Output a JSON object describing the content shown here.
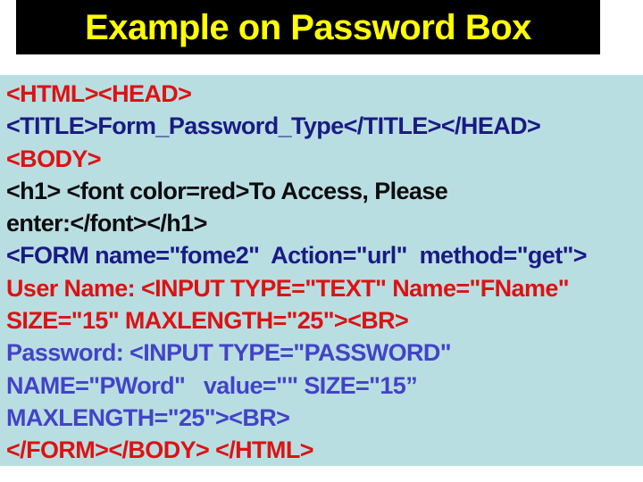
{
  "slide": {
    "title": "Example on Password Box"
  },
  "colors": {
    "title_bg": "#000000",
    "title_text": "#ffff00",
    "content_bg": "#b9dee2",
    "code_red": "#dd1212",
    "code_navy": "#1a1a85",
    "code_blue": "#4343c8",
    "code_black": "#0c0c0c"
  },
  "code": {
    "lines": [
      {
        "text": "<HTML><HEAD>",
        "color": "red"
      },
      {
        "text": "<TITLE>Form_Password_Type</TITLE></HEAD>",
        "color": "navy"
      },
      {
        "text": "<BODY>",
        "color": "red"
      },
      {
        "text": "<h1> <font color=red>To Access, Please",
        "color": "black"
      },
      {
        "text": "enter:</font></h1>",
        "color": "black"
      },
      {
        "text": "<FORM name=\"fome2\"  Action=\"url\"  method=\"get\">",
        "color": "navy"
      },
      {
        "text": "User Name: <INPUT TYPE=\"TEXT\" Name=\"FName\"",
        "color": "red"
      },
      {
        "text": "SIZE=\"15\" MAXLENGTH=\"25\"><BR>",
        "color": "red"
      },
      {
        "text": "Password: <INPUT TYPE=\"PASSWORD\"",
        "color": "blue"
      },
      {
        "text": "NAME=\"PWord\"   value=\"\" SIZE=\"15”",
        "color": "blue"
      },
      {
        "text": "MAXLENGTH=\"25\"><BR>",
        "color": "blue"
      },
      {
        "text": "</FORM></BODY> </HTML>",
        "color": "red"
      }
    ]
  }
}
